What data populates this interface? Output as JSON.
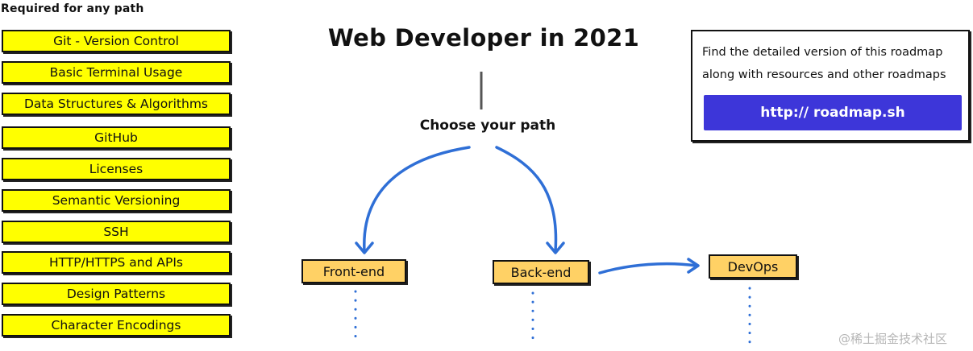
{
  "required": {
    "title": "Required for any path",
    "items": [
      "Git - Version Control",
      "Basic Terminal Usage",
      "Data Structures & Algorithms",
      "GitHub",
      "Licenses",
      "Semantic Versioning",
      "SSH",
      "HTTP/HTTPS and APIs",
      "Design Patterns",
      "Character Encodings"
    ]
  },
  "main": {
    "title": "Web Developer in 2021",
    "choose_label": "Choose your path"
  },
  "info": {
    "line1": "Find the detailed version of this roadmap",
    "line2": "along with resources and other roadmaps",
    "link_label": "http:// roadmap.sh"
  },
  "paths": {
    "frontend": "Front-end",
    "backend": "Back-end",
    "devops": "DevOps"
  },
  "watermark": "@稀土掘金技术社区",
  "colors": {
    "required_fill": "#ffff00",
    "path_fill": "#ffd165",
    "link_button": "#3d36d9",
    "arrow_blue": "#2f6fd6",
    "stem_gray": "#555555"
  }
}
